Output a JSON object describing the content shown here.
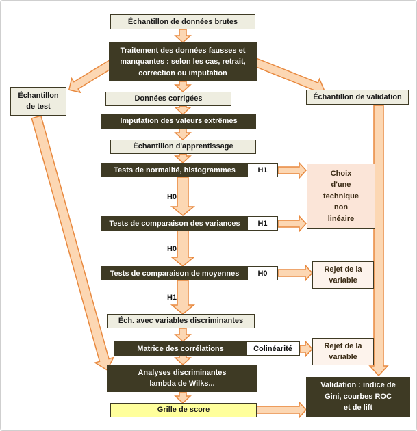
{
  "diagram": {
    "boxes": {
      "raw": "Échantillon de données brutes",
      "treatment": "Traitement des données fausses et\nmanquantes : selon les cas, retrait,\ncorrection ou imputation",
      "test": "Échantillon\nde test",
      "validation_sample": "Échantillon de validation",
      "corrected": "Données corrigées",
      "imputation": "Imputation des valeurs extrêmes",
      "apprentissage": "Échantillon d'apprentissage",
      "normalite": "Tests de normalité, histogrammes",
      "variances": "Tests de comparaison des variances",
      "moyennes": "Tests de comparaison de moyennes",
      "ech_discriminantes": "Éch. avec variables discriminantes",
      "matrice": "Matrice des corrélations",
      "analyses": "Analyses discriminantes\nlambda de Wilks...",
      "grille": "Grille de score",
      "choix": "Choix\nd'une\ntechnique\nnon\nlinéaire",
      "rejet_1": "Rejet de la\nvariable",
      "rejet_2": "Rejet de la\nvariable",
      "validation_finale": "Validation : indice de\nGini, courbes ROC\net de lift"
    },
    "labels": {
      "h1_normalite": "H1",
      "h0_branch_1": "H0",
      "h1_variances": "H1",
      "h0_branch_2": "H0",
      "h0_moyennes": "H0",
      "h1_branch_3": "H1",
      "colinearite": "Colinéarité"
    },
    "colors": {
      "dark-box": "#3e3a24",
      "light-box": "#eeede0",
      "box-border": "#3e3a24",
      "pink-box": "#fbe5d8",
      "rejet-box": "#fdf3ec",
      "yellow-box": "#ffff9c",
      "arrow-fill": "#fcd7b3",
      "arrow-stroke": "#e8893f",
      "accent-text": "#3a2a14"
    }
  }
}
